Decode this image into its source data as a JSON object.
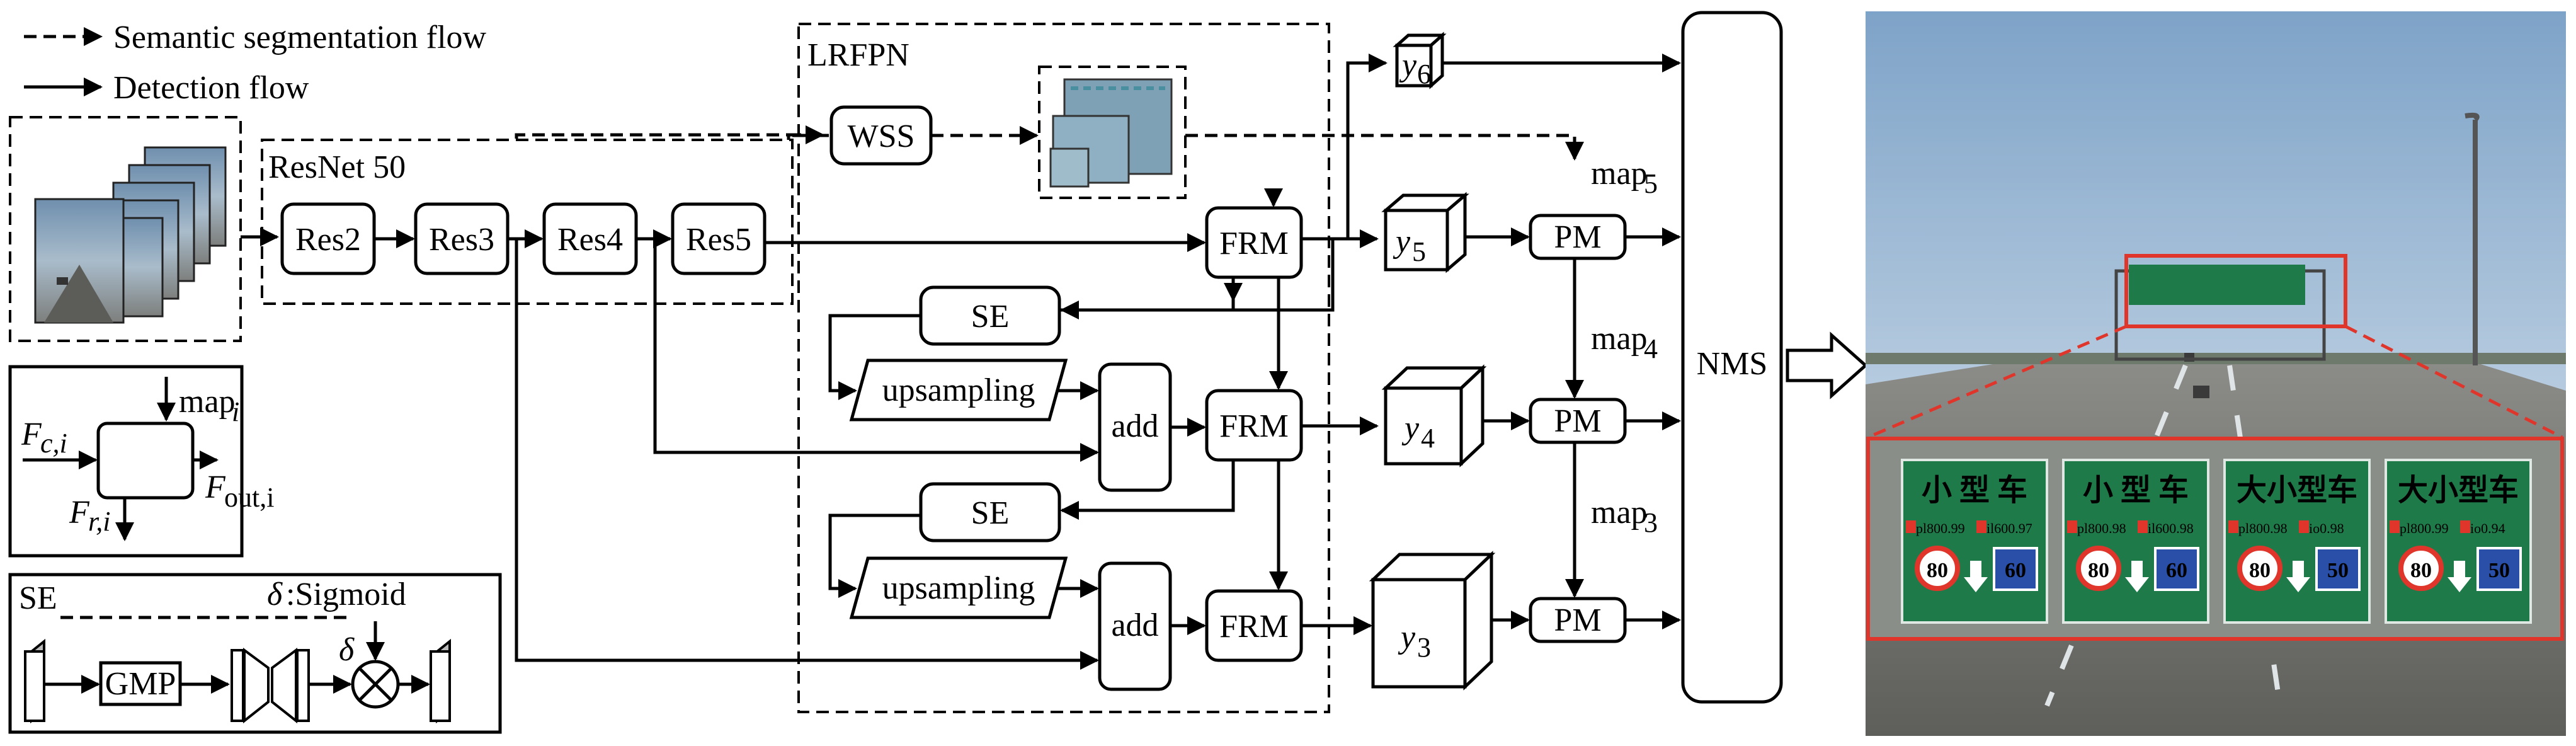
{
  "legend": {
    "semantic_flow": "Semantic segmentation flow",
    "detection_flow": "Detection flow"
  },
  "backbone": {
    "title": "ResNet 50",
    "blocks": [
      "Res2",
      "Res3",
      "Res4",
      "Res5"
    ]
  },
  "lrfpn": {
    "title": "LRFPN",
    "wss": "WSS",
    "frm": "FRM",
    "se": "SE",
    "upsampling": "upsampling",
    "add": "add"
  },
  "outputs": {
    "y6": {
      "base": "y",
      "sub": "6"
    },
    "y5": {
      "base": "y",
      "sub": "5"
    },
    "y4": {
      "base": "y",
      "sub": "4"
    },
    "y3": {
      "base": "y",
      "sub": "3"
    }
  },
  "pm": "PM",
  "maps": {
    "map5": {
      "base": "map",
      "sub": "5"
    },
    "map4": {
      "base": "map",
      "sub": "4"
    },
    "map3": {
      "base": "map",
      "sub": "3"
    }
  },
  "nms": "NMS",
  "frm_legend": {
    "input": {
      "base": "F",
      "sub": "c,i"
    },
    "map": {
      "base": "map",
      "sub": "i"
    },
    "residual": {
      "base": "F",
      "sub": "r,i"
    },
    "output": {
      "base": "F",
      "sub": "out,i"
    }
  },
  "se_legend": {
    "title": "SE",
    "delta": "δ",
    "sigmoid": ":Sigmoid",
    "gmp": "GMP"
  },
  "photo": {
    "signs": [
      {
        "title": "小 型 车",
        "left_tag": "pl800.99",
        "right_tag": "il600.97",
        "left_limit": "80",
        "right_limit": "60"
      },
      {
        "title": "小 型 车",
        "left_tag": "pl800.98",
        "right_tag": "il600.98",
        "left_limit": "80",
        "right_limit": "60"
      },
      {
        "title": "大小型车",
        "left_tag": "pl800.98",
        "right_tag": "io0.98",
        "left_limit": "80",
        "right_limit": "50"
      },
      {
        "title": "大小型车",
        "left_tag": "pl800.99",
        "right_tag": "io0.94",
        "left_limit": "80",
        "right_limit": "50"
      }
    ]
  },
  "colors": {
    "detection_box": "#e0352b",
    "sign_green": "#1f7a4a",
    "sky": "#8fb0cf"
  }
}
